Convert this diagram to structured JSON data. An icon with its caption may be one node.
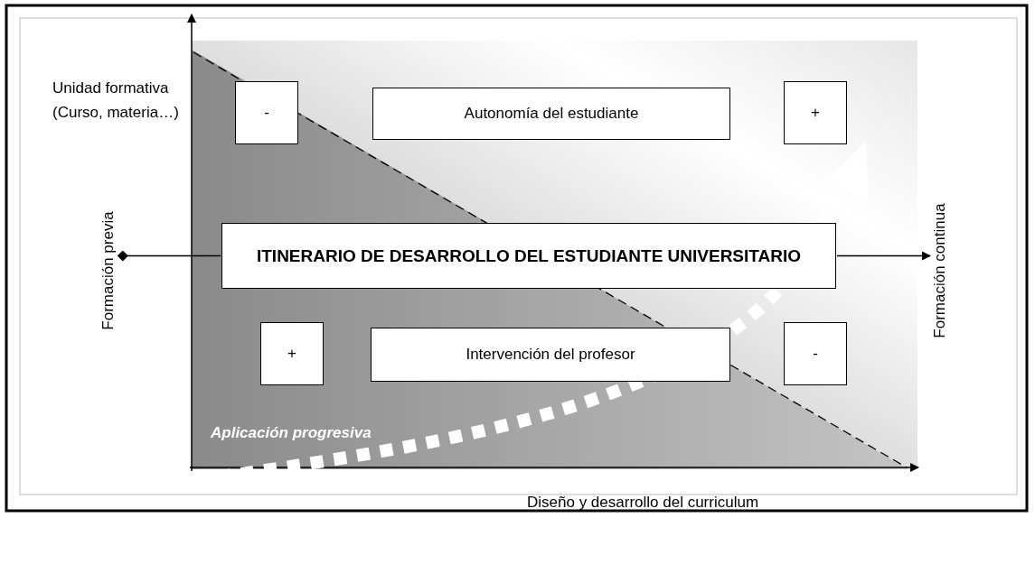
{
  "diagram": {
    "nodes": [
      {
        "text": [
          "-"
        ]
      },
      {
        "text": [
          "Autonomía del estudiante"
        ]
      },
      {
        "text": [
          "+"
        ]
      },
      {
        "text": [
          "ITINERARIO DE DESARROLLO DEL ESTUDIANTE UNIVERSITARIO"
        ]
      },
      {
        "text": [
          "+"
        ]
      },
      {
        "text": [
          "Intervención del profesor"
        ]
      },
      {
        "text": [
          "-"
        ]
      },
      {
        "text": [
          "Formación previa"
        ]
      },
      {
        "text": [
          "Formación continua"
        ]
      }
    ],
    "edges": [
      {
        "from": 7,
        "to": 3,
        "arrow": "other"
      },
      {
        "from": 3,
        "to": 8,
        "arrow": "to"
      }
    ],
    "labels": [
      "Unidad formativa (Curso, materia…)",
      "Aplicación progresiva",
      "Diseño y desarrollo del curriculum"
    ]
  }
}
